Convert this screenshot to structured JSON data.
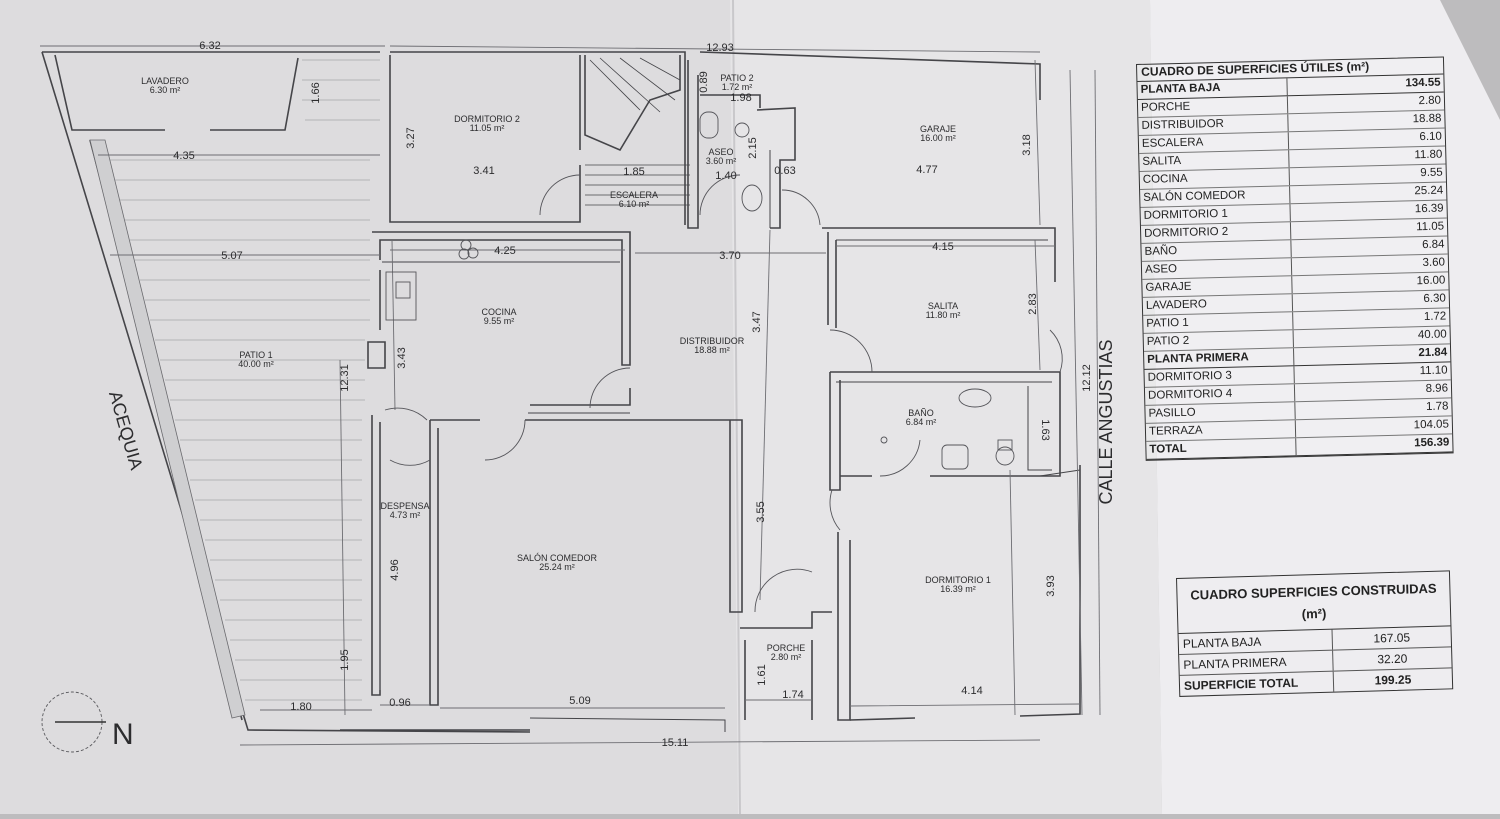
{
  "plan": {
    "rooms": [
      {
        "name": "LAVADERO",
        "area": "6.30 m²"
      },
      {
        "name": "DORMITORIO 2",
        "area": "11.05 m²"
      },
      {
        "name": "PATIO 2",
        "area": "1.72 m²"
      },
      {
        "name": "ASEO",
        "area": "3.60 m²"
      },
      {
        "name": "GARAJE",
        "area": "16.00 m²"
      },
      {
        "name": "ESCALERA",
        "area": "6.10 m²"
      },
      {
        "name": "COCINA",
        "area": "9.55 m²"
      },
      {
        "name": "DISTRIBUIDOR",
        "area": "18.88 m²"
      },
      {
        "name": "SALITA",
        "area": "11.80 m²"
      },
      {
        "name": "PATIO 1",
        "area": "40.00 m²"
      },
      {
        "name": "BAÑO",
        "area": "6.84 m²"
      },
      {
        "name": "DESPENSA",
        "area": "4.73 m²"
      },
      {
        "name": "SALÓN COMEDOR",
        "area": "25.24 m²"
      },
      {
        "name": "DORMITORIO 1",
        "area": "16.39 m²"
      },
      {
        "name": "PORCHE",
        "area": "2.80 m²"
      }
    ],
    "dimensions": [
      "6.32",
      "12.93",
      "0.89",
      "1.98",
      "1.66",
      "3.27",
      "4.35",
      "3.41",
      "1.85",
      "2.15",
      "1.40",
      "0.63",
      "4.77",
      "3.18",
      "5.07",
      "4.25",
      "3.70",
      "4.15",
      "2.83",
      "3.47",
      "3.43",
      "12.31",
      "12.12",
      "1.63",
      "3.55",
      "4.96",
      "3.93",
      "1.95",
      "1.61",
      "1.80",
      "0.96",
      "5.09",
      "1.74",
      "4.14",
      "15.11"
    ],
    "street_left": "ACEQUIA",
    "street_right": "CALLE ANGUSTIAS",
    "north_label": "N"
  },
  "useful_table": {
    "title": "CUADRO DE SUPERFICIES ÚTILES (m²)",
    "floor1": {
      "label": "PLANTA BAJA",
      "total": "134.55"
    },
    "floor1_rows": [
      {
        "name": "PORCHE",
        "value": "2.80"
      },
      {
        "name": "DISTRIBUIDOR",
        "value": "18.88"
      },
      {
        "name": "ESCALERA",
        "value": "6.10"
      },
      {
        "name": "SALITA",
        "value": "11.80"
      },
      {
        "name": "COCINA",
        "value": "9.55"
      },
      {
        "name": "SALÓN COMEDOR",
        "value": "25.24"
      },
      {
        "name": "DORMITORIO 1",
        "value": "16.39"
      },
      {
        "name": "DORMITORIO 2",
        "value": "11.05"
      },
      {
        "name": "BAÑO",
        "value": "6.84"
      },
      {
        "name": "ASEO",
        "value": "3.60"
      },
      {
        "name": "GARAJE",
        "value": "16.00"
      },
      {
        "name": "LAVADERO",
        "value": "6.30"
      },
      {
        "name": "PATIO 1",
        "value": "1.72"
      },
      {
        "name": "PATIO 2",
        "value": "40.00"
      }
    ],
    "floor2": {
      "label": "PLANTA PRIMERA",
      "total": "21.84"
    },
    "floor2_rows": [
      {
        "name": "DORMITORIO 3",
        "value": "11.10"
      },
      {
        "name": "DORMITORIO 4",
        "value": "8.96"
      },
      {
        "name": "PASILLO",
        "value": "1.78"
      },
      {
        "name": "TERRAZA",
        "value": "104.05"
      }
    ],
    "total": {
      "label": "TOTAL",
      "value": "156.39"
    }
  },
  "built_table": {
    "title": "CUADRO SUPERFICIES CONSTRUIDAS",
    "unit": "(m²)",
    "rows": [
      {
        "name": "PLANTA BAJA",
        "value": "167.05"
      },
      {
        "name": "PLANTA PRIMERA",
        "value": "32.20"
      }
    ],
    "total": {
      "label": "SUPERFICIE TOTAL",
      "value": "199.25"
    }
  },
  "colors": {
    "paper": "#e4e3e5",
    "paper_right": "#f0f0f2",
    "ink": "#2c2c2e",
    "line": "#5a5a5e"
  }
}
